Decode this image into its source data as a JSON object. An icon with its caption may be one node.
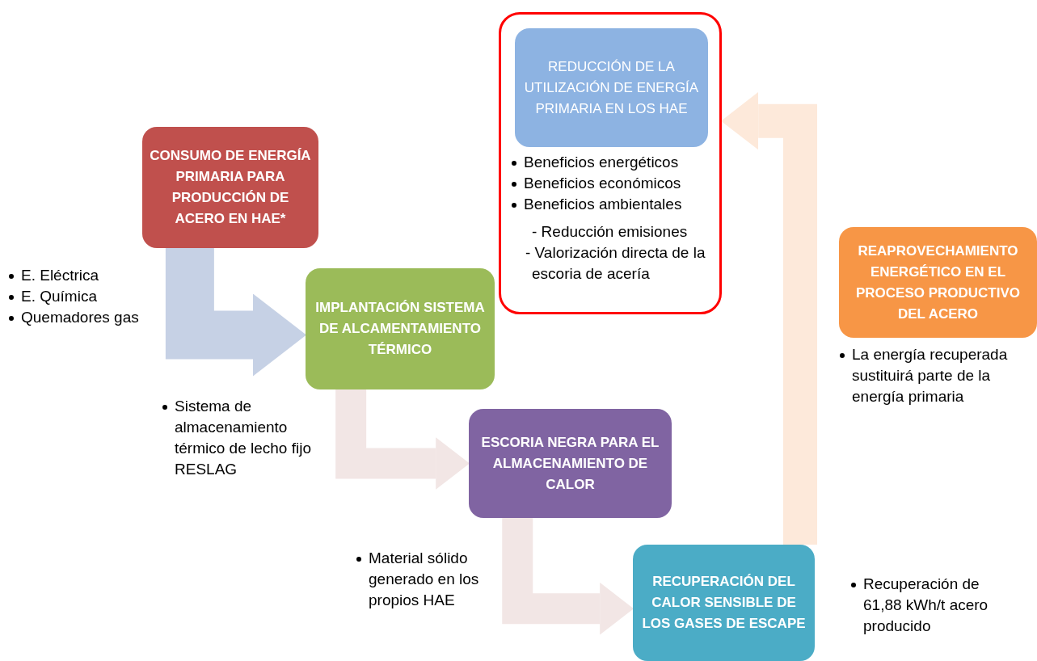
{
  "diagram": {
    "nodes": [
      {
        "text": [
          "CONSUMO DE ENERGÍA PRIMARIA PARA PRODUCCIÓN DE ACERO EN HAE*"
        ],
        "beside": [
          "E. Eléctrica",
          "E. Química",
          "Quemadores gas"
        ]
      },
      {
        "text": [
          "IMPLANTACIÓN SISTEMA DE ALCAMENTAMIENTO TÉRMICO"
        ],
        "beside": [
          "Sistema de almacenamiento térmico de lecho fijo RESLAG"
        ]
      },
      {
        "text": [
          "ESCORIA NEGRA PARA EL ALMACENAMIENTO DE CALOR"
        ],
        "beside": [
          "Material sólido generado en los propios HAE"
        ]
      },
      {
        "text": [
          "RECUPERACIÓN DEL CALOR SENSIBLE DE LOS GASES DE ESCAPE"
        ],
        "beside": [
          "Recuperación de 61,88 kWh/t acero producido"
        ]
      },
      {
        "text": [
          "REAPROVECHAMIENTO ENERGÉTICO EN EL PROCESO PRODUCTIVO DEL ACERO"
        ],
        "beside": [
          "La energía recuperada sustituirá parte de la energía primaria"
        ]
      },
      {
        "text": [
          "Beneficios energéticos",
          "Beneficios económicos",
          "Beneficios ambientales",
          "- Reducción emisiones",
          "- Valorización directa de la escoria de acería"
        ]
      },
      {
        "text": [
          "REDUCCIÓN DE LA UTILIZACIÓN DE ENERGÍA PRIMARIA EN LOS HAE"
        ],
        "in": 5
      }
    ],
    "edges": [
      {
        "from": 0,
        "to": 1,
        "arrow": "to",
        "color": "#c6d1e5"
      },
      {
        "from": 1,
        "to": 2,
        "arrow": "to"
      },
      {
        "from": 2,
        "to": 3,
        "arrow": "to"
      },
      {
        "from": 3,
        "to": 5,
        "arrow": "to",
        "color": "#fde9da"
      }
    ]
  }
}
